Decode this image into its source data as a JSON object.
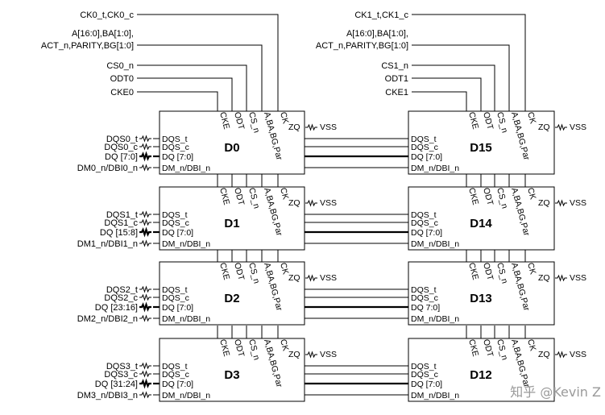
{
  "ranks": [
    {
      "clock": "CK0_t,CK0_c",
      "addr_line1": "A[16:0],BA[1:0],",
      "addr_line2": "ACT_n,PARITY,BG[1:0]",
      "cs": "CS0_n",
      "odt": "ODT0",
      "cke": "CKE0"
    },
    {
      "clock": "CK1_t,CK1_c",
      "addr_line1": "A[16:0],BA[1:0],",
      "addr_line2": "ACT_n,PARITY,BG[1:0]",
      "cs": "CS1_n",
      "odt": "ODT1",
      "cke": "CKE1"
    }
  ],
  "left_chips": [
    {
      "name": "D0",
      "signals": [
        "DQS0_t",
        "DQS0_c",
        "DQ [7:0]",
        "DM0_n/DBI0_n"
      ]
    },
    {
      "name": "D1",
      "signals": [
        "DQS1_t",
        "DQS1_c",
        "DQ [15:8]",
        "DM1_n/DBI1_n"
      ]
    },
    {
      "name": "D2",
      "signals": [
        "DQS2_t",
        "DQS2_c",
        "DQ [23:16]",
        "DM2_n/DBI2_n"
      ]
    },
    {
      "name": "D3",
      "signals": [
        "DQS3_t",
        "DQS3_c",
        "DQ [31:24]",
        "DM3_n/DBI3_n"
      ]
    }
  ],
  "right_chips": [
    {
      "name": "D15",
      "dq_pin": "DQ [7:0]"
    },
    {
      "name": "D14",
      "dq_pin": "DQ [7:0]"
    },
    {
      "name": "D13",
      "dq_pin": "DQ 7:0]"
    },
    {
      "name": "D12",
      "dq_pin": "DQ [7:0]"
    }
  ],
  "chip_pins": {
    "top": [
      "CKE",
      "ODT",
      "CS_n",
      "A,BA,BG,Par",
      "CK"
    ],
    "zq": "ZQ",
    "vss": "VSS",
    "left": [
      "DQS_t",
      "DQS_c",
      "DQ [7:0]",
      "DM_n/DBI_n"
    ]
  },
  "watermark": "知乎 @Kevin Z"
}
